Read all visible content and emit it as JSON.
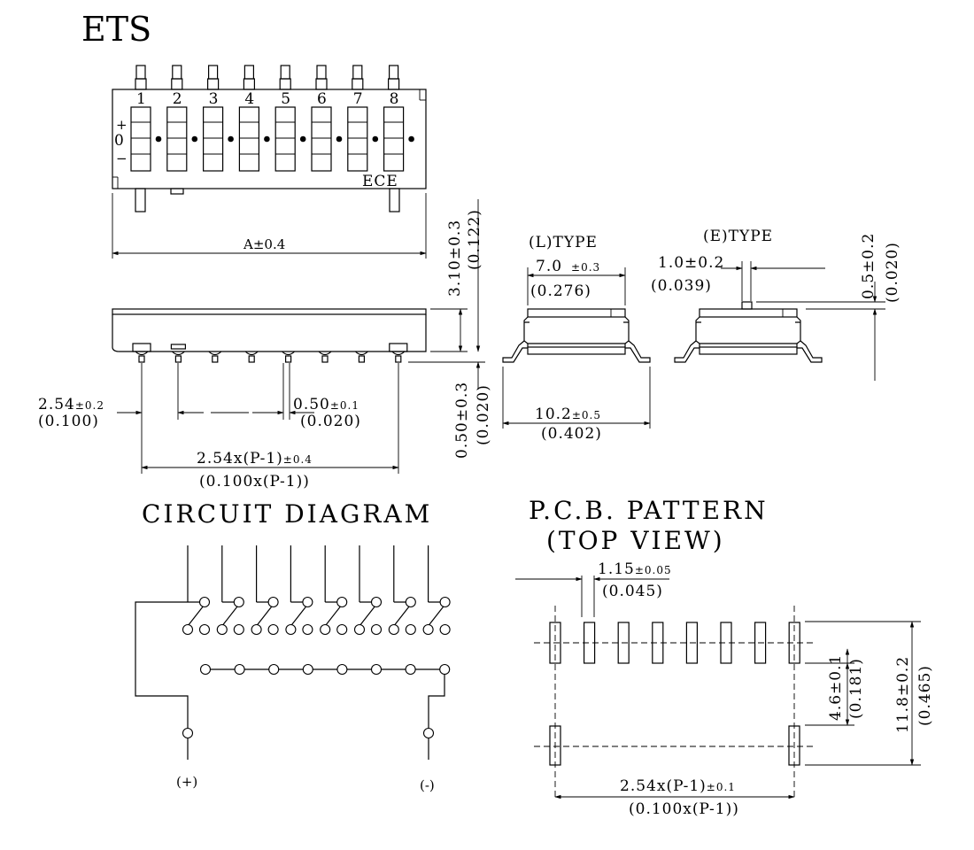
{
  "title": "ETS",
  "switch_numbers": [
    "1",
    "2",
    "3",
    "4",
    "5",
    "6",
    "7",
    "8"
  ],
  "side_marks": {
    "on": "+",
    "zero": "0",
    "off": "−"
  },
  "brand": "ECE",
  "dims": {
    "a_len": "A±0.4",
    "height": "3.10±0.3",
    "height_in": "(0.122)",
    "l_type": "(L)TYPE",
    "l_width": "7.0",
    "l_width_tol": "±0.3",
    "l_width_in": "(0.276)",
    "e_type": "(E)TYPE",
    "e_pin": "1.0±0.2",
    "e_pin_in": "(0.039)",
    "e_h": "0.5±0.2",
    "e_h_in": "(0.020)",
    "pitch": "2.54",
    "pitch_tol": "±0.2",
    "pitch_in": "(0.100)",
    "pin_w": "0.50",
    "pin_w_tol": "±0.1",
    "pin_w_in": "(0.020)",
    "total": "2.54x(P-1)",
    "total_tol": "±0.4",
    "total_in": "(0.100x(P-1))",
    "lead": "0.50±0.3",
    "lead_in": "(0.020)",
    "span": "10.2",
    "span_tol": "±0.5",
    "span_in": "(0.402)"
  },
  "circuit": {
    "title": "CIRCUIT DIAGRAM",
    "plus": "(+)",
    "minus": "(-)"
  },
  "pcb": {
    "title": "P.C.B. PATTERN",
    "subtitle": "(TOP VIEW)",
    "pad_w": "1.15",
    "pad_w_tol": "±0.05",
    "pad_w_in": "(0.045)",
    "pad_gap": "4.6±0.1",
    "pad_gap_in": "(0.181)",
    "pad_span": "11.8±0.2",
    "pad_span_in": "(0.465)",
    "pitch_total": "2.54x(P-1)",
    "pitch_total_tol": "±0.1",
    "pitch_total_in": "(0.100x(P-1))"
  }
}
